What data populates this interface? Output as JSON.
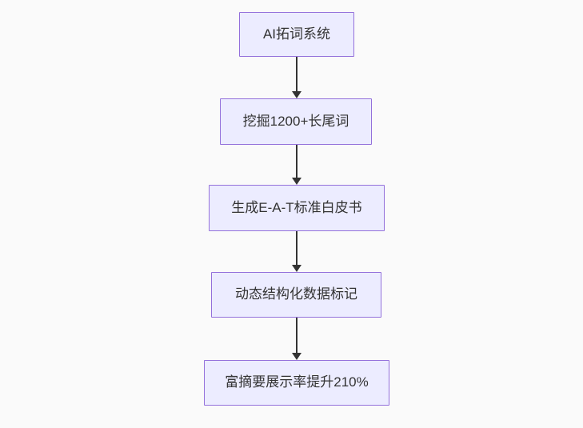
{
  "diagram": {
    "type": "flowchart",
    "direction": "top-down",
    "nodes": [
      {
        "label": "AI拓词系统"
      },
      {
        "label": "挖掘1200+长尾词"
      },
      {
        "label": "生成E-A-T标准白皮书"
      },
      {
        "label": "动态结构化数据标记"
      },
      {
        "label": "富摘要展示率提升210%"
      }
    ],
    "edges": [
      {
        "from": 0,
        "to": 1,
        "style": "arrow"
      },
      {
        "from": 1,
        "to": 2,
        "style": "arrow"
      },
      {
        "from": 2,
        "to": 3,
        "style": "arrow"
      },
      {
        "from": 3,
        "to": 4,
        "style": "arrow"
      }
    ],
    "colors": {
      "node_fill": "#ECECFF",
      "node_border": "#9370DB",
      "edge": "#333333",
      "text": "#333333",
      "background": "#FAFAFA"
    }
  }
}
